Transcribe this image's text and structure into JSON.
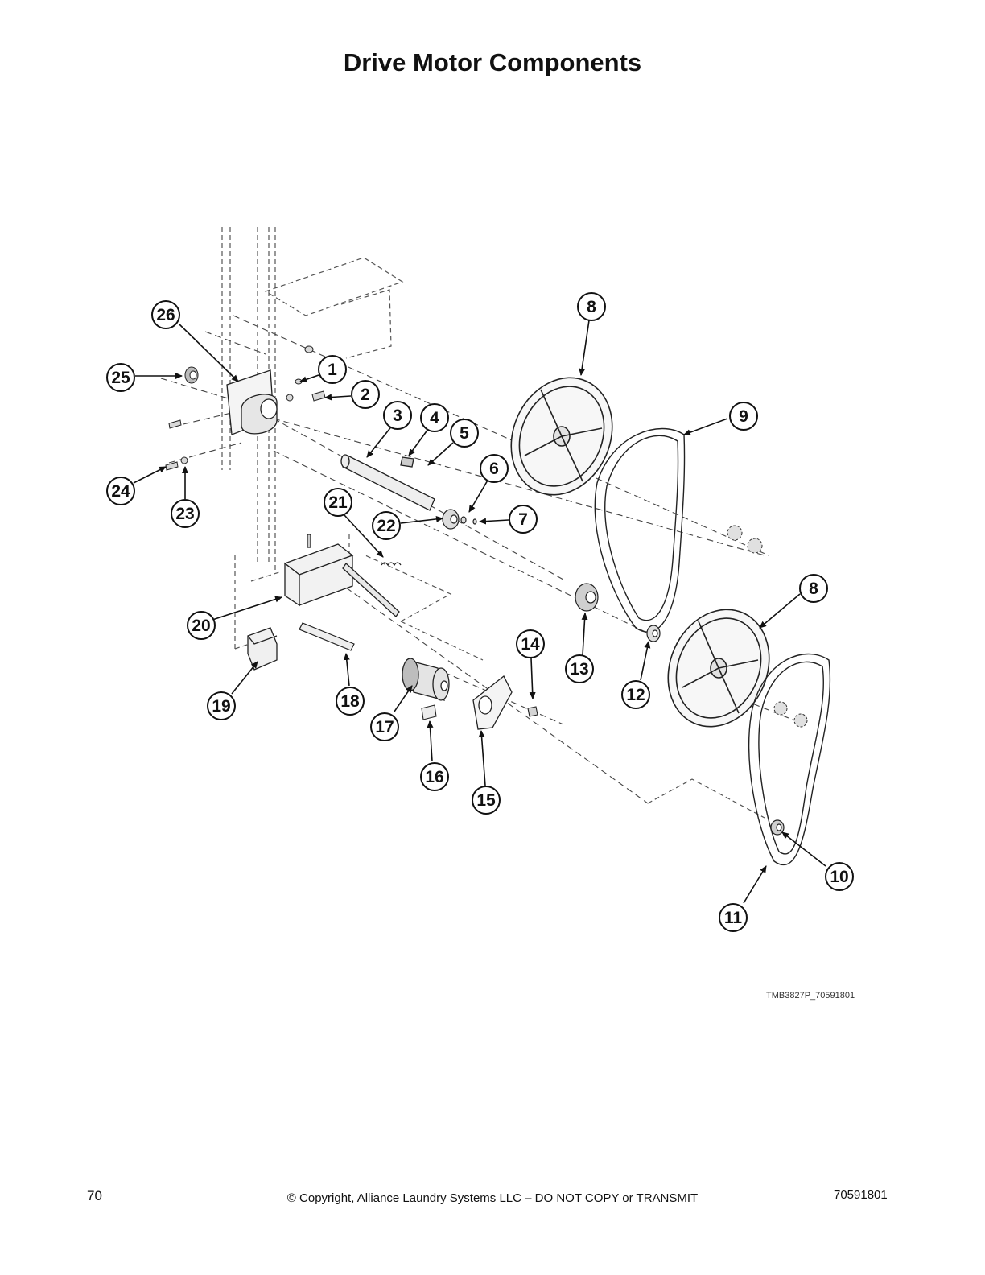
{
  "title": "Drive Motor Components",
  "drawing_id": "TMB3827P_70591801",
  "footer": {
    "page_number": "70",
    "copyright": "© Copyright, Alliance Laundry Systems LLC – DO NOT COPY or TRANSMIT",
    "document_number": "70591801"
  },
  "callouts": [
    "1",
    "2",
    "3",
    "4",
    "5",
    "6",
    "7",
    "8",
    "8",
    "9",
    "10",
    "11",
    "12",
    "13",
    "14",
    "15",
    "16",
    "17",
    "18",
    "19",
    "20",
    "21",
    "22",
    "23",
    "24",
    "25",
    "26"
  ]
}
